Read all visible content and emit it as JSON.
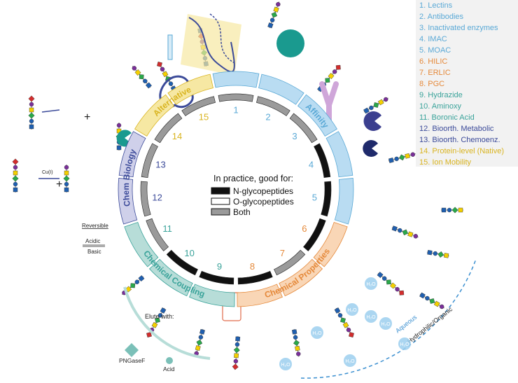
{
  "palette": {
    "affinity": "#5aa9d6",
    "affinity_fill": "#b9dcf2",
    "chemical": "#e5893a",
    "chemical_fill": "#f9d6b6",
    "coupling": "#3aa39a",
    "coupling_fill": "#b7ddd8",
    "chembio": "#3b4a99",
    "chembio_fill": "#cfd0ea",
    "alternative": "#d9b420",
    "alternative_fill": "#f6e8a3",
    "dark": "#111111",
    "grey": "#9a9a9a",
    "legend_bg": "#f2f2f2"
  },
  "categories": [
    {
      "label": "Affinity",
      "group": "affinity"
    },
    {
      "label": "Chemical Properties",
      "group": "chemical"
    },
    {
      "label": "Chemical Coupling",
      "group": "coupling"
    },
    {
      "label": "Chem Biology",
      "group": "chembio"
    },
    {
      "label": "Alternative",
      "group": "alternative"
    }
  ],
  "methods": [
    {
      "num": "1",
      "name": "Lectins",
      "group": "affinity",
      "suitability": "Both"
    },
    {
      "num": "2",
      "name": "Antibodies",
      "group": "affinity",
      "suitability": "Both"
    },
    {
      "num": "3",
      "name": "Inactivated enzymes",
      "group": "affinity",
      "suitability": "Both"
    },
    {
      "num": "4",
      "name": "IMAC",
      "group": "affinity",
      "suitability": "N-glycopeptides"
    },
    {
      "num": "5",
      "name": "MOAC",
      "group": "affinity",
      "suitability": "N-glycopeptides"
    },
    {
      "num": "6",
      "name": "HILIC",
      "group": "chemical",
      "suitability": "N-glycopeptides"
    },
    {
      "num": "7",
      "name": "ERLIC",
      "group": "chemical",
      "suitability": "Both"
    },
    {
      "num": "8",
      "name": "PGC",
      "group": "chemical",
      "suitability": "N-glycopeptides"
    },
    {
      "num": "9",
      "name": "Hydrazide",
      "group": "coupling",
      "suitability": "N-glycopeptides"
    },
    {
      "num": "10",
      "name": "Aminoxy",
      "group": "coupling",
      "suitability": "N-glycopeptides"
    },
    {
      "num": "11",
      "name": "Boronic Acid",
      "group": "coupling",
      "suitability": "Both"
    },
    {
      "num": "12",
      "name": "Bioorth. Metabolic",
      "group": "chembio",
      "suitability": "Both"
    },
    {
      "num": "13",
      "name": "Bioorth. Chemoenz.",
      "group": "chembio",
      "suitability": "Both"
    },
    {
      "num": "14",
      "name": "Protein-level (Native)",
      "group": "alternative",
      "suitability": "Both"
    },
    {
      "num": "15",
      "name": "Ion Mobility",
      "group": "alternative",
      "suitability": "Both"
    }
  ],
  "key": {
    "title": "In practice, good for:",
    "items": [
      {
        "label": "N-glycopeptides",
        "style": "dark"
      },
      {
        "label": "O-glycopeptides",
        "style": "white"
      },
      {
        "label": "Both",
        "style": "grey"
      }
    ]
  },
  "annotations": {
    "elute_with": "Elute with:",
    "pngasef": "PNGaseF",
    "acid": "Acid",
    "reversible": "Reversible",
    "acidic": "Acidic",
    "basic": "Basic",
    "cu": "Cu(I)",
    "aqueous": "Aqueous",
    "hydro": "Hydrophilic/Organic",
    "h2o": "H₂O"
  }
}
